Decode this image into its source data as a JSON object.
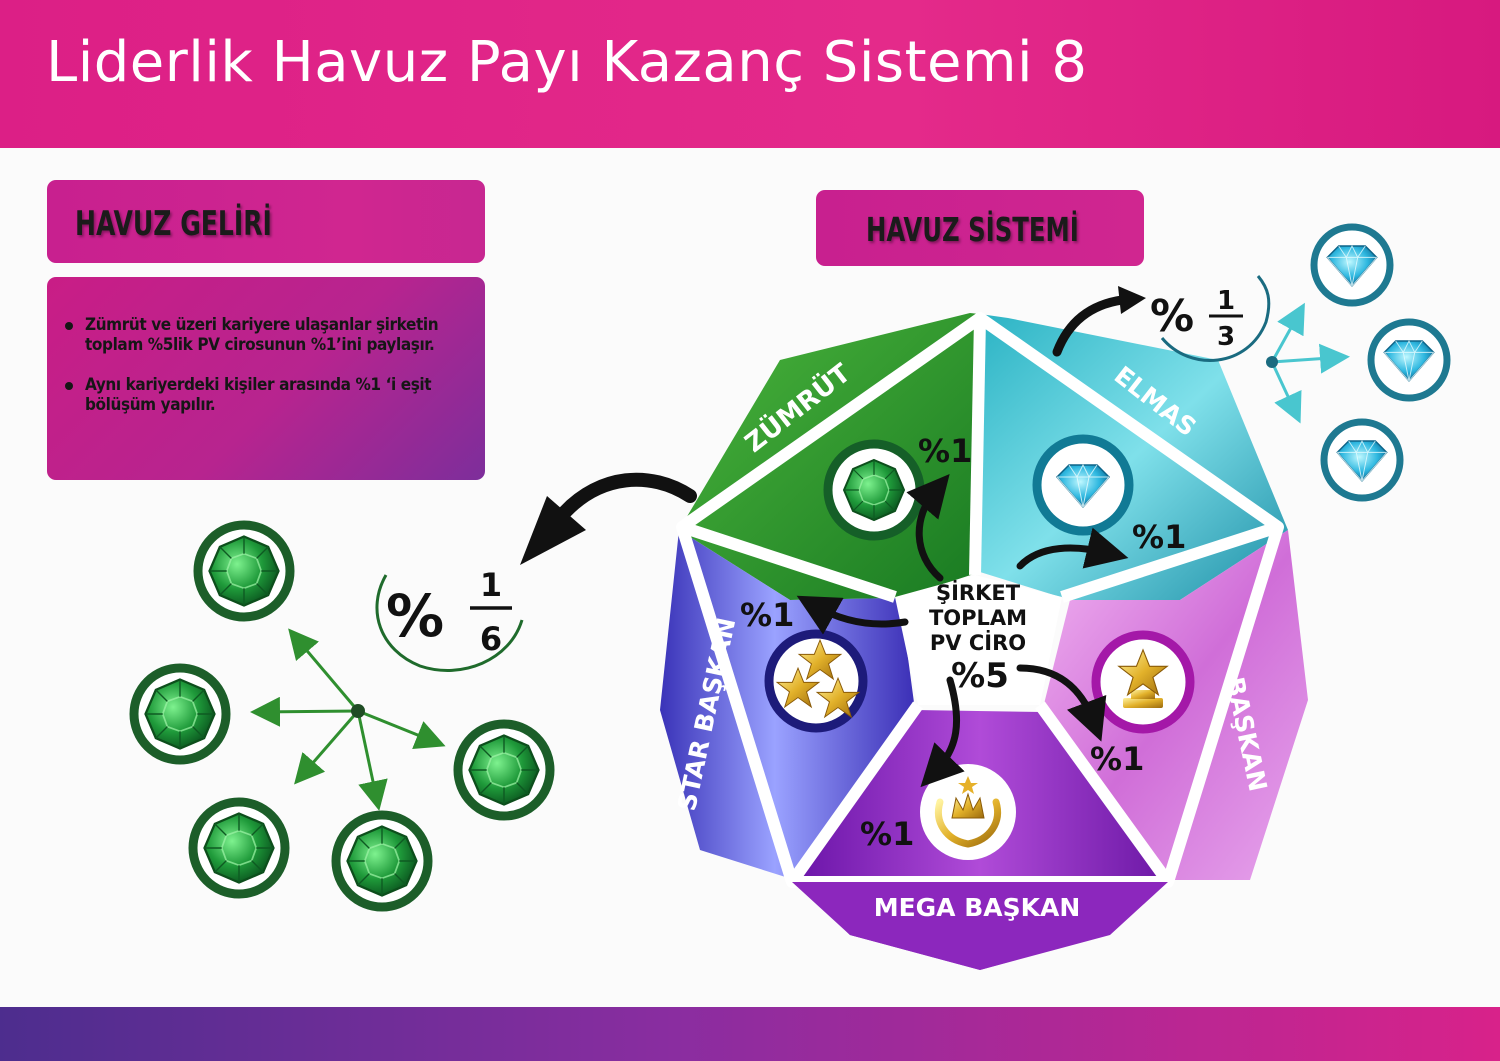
{
  "header": {
    "title": "Liderlik Havuz Payı Kazanç Sistemi 8"
  },
  "income": {
    "title": "HAVUZ GELİRİ",
    "bullets": [
      "Zümrüt ve üzeri kariyere ulaşanlar şirketin toplam %5lik PV cirosunun %1’ini paylaşır.",
      "Aynı kariyerdeki kişiler arasında %1 ‘i eşit bölüşüm yapılır."
    ]
  },
  "pool": {
    "title": "HAVUZ SİSTEMİ"
  },
  "center": {
    "line1": "ŞİRKET",
    "line2": "TOPLAM",
    "line3": "PV CİRO",
    "value": "%5"
  },
  "segments": [
    {
      "name": "ZÜMRÜT",
      "share": "%1",
      "color": "#2f9a2e"
    },
    {
      "name": "ELMAS",
      "share": "%1",
      "color": "#34b8c9"
    },
    {
      "name": "BAŞKAN",
      "share": "%1",
      "color": "#cf6ad6"
    },
    {
      "name": "MEGA BAŞKAN",
      "share": "%1",
      "color": "#8b22b8"
    },
    {
      "name": "STAR BAŞKAN",
      "share": "%1",
      "color": "#4b3fc6"
    }
  ],
  "splits": {
    "elmas": {
      "symbol": "%",
      "numerator": "1",
      "denominator": "3"
    },
    "zumrut": {
      "symbol": "%",
      "numerator": "1",
      "denominator": "6"
    }
  },
  "icons": {
    "zumrut": "emerald-gem-icon",
    "elmas": "diamond-gem-icon",
    "baskan": "star-trophy-icon",
    "mega_baskan": "laurel-crown-icon",
    "star_baskan": "three-stars-icon"
  }
}
